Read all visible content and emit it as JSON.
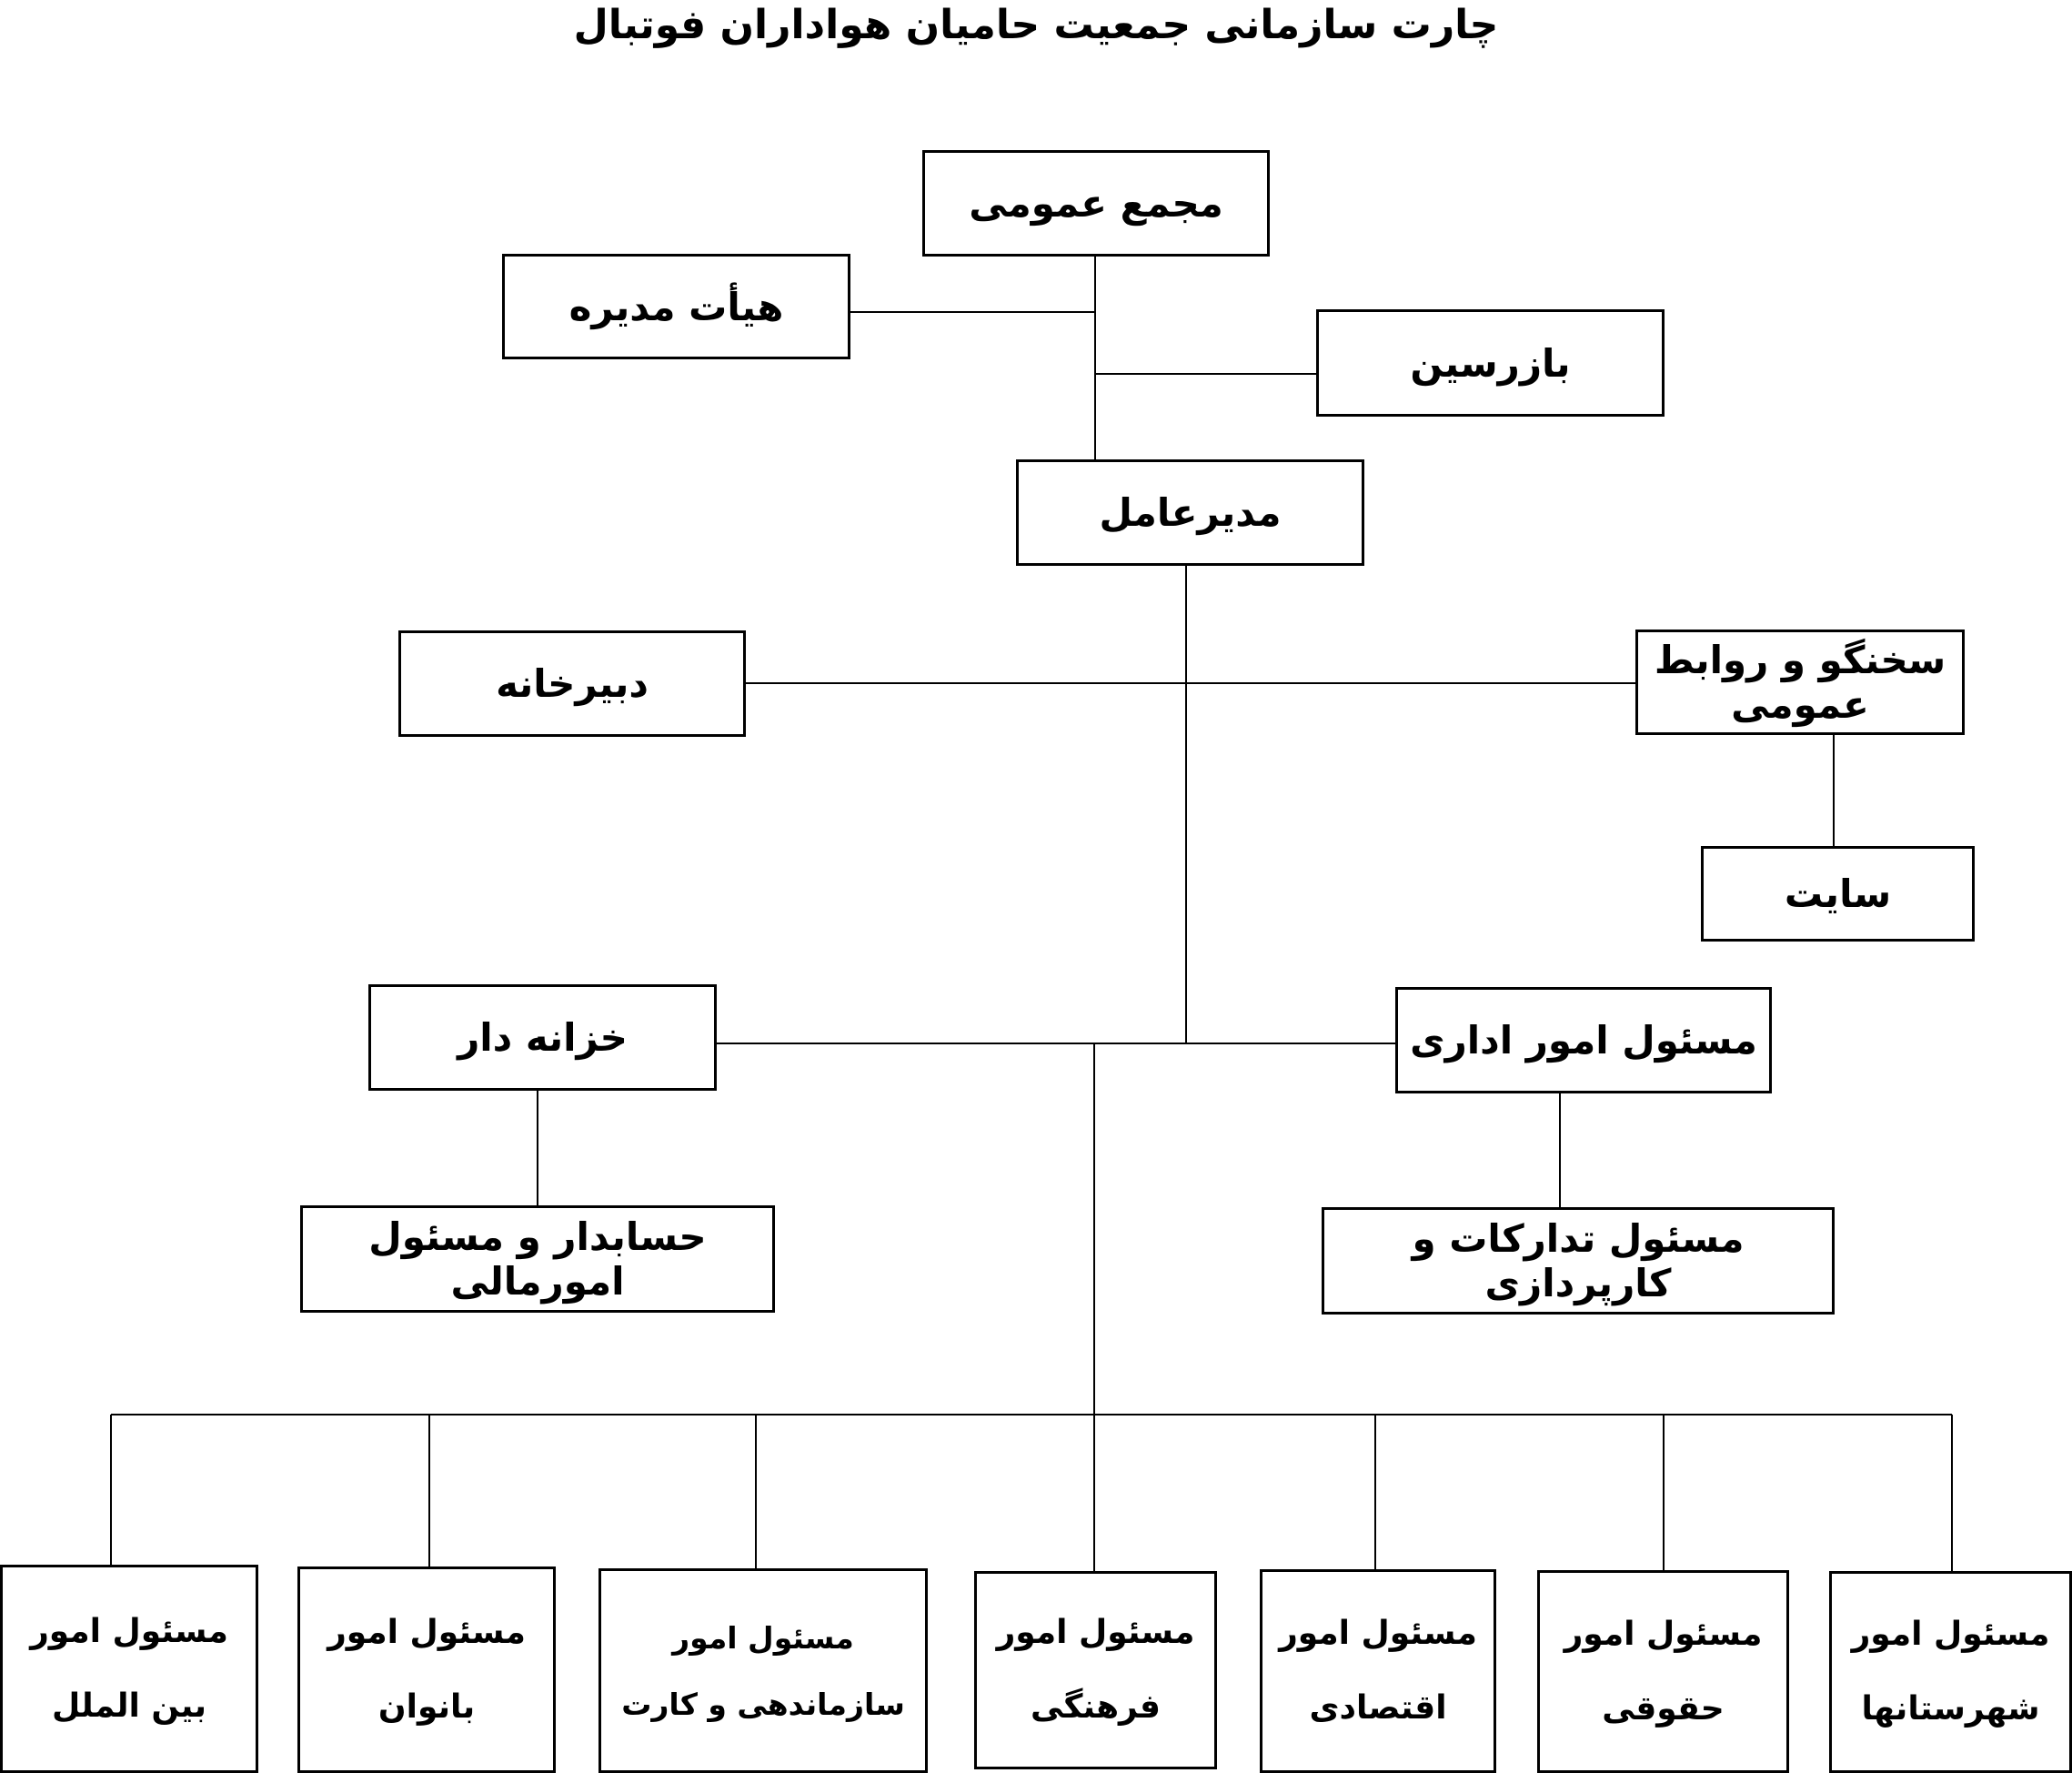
{
  "title": "چارت سازمانی جمعیت حامیان هواداران فوتبال",
  "nodes": {
    "general_assembly": "مجمع عمومی",
    "board": "هیأت مدیره",
    "inspector": "بازرسین",
    "ceo": "مدیرعامل",
    "secretariat": "دبیرخانه",
    "spokesperson": "سخنگو و روابط عمومی",
    "site": "سایت",
    "treasurer": "خزانه دار",
    "admin_affairs": "مسئول امور اداری",
    "accountant": "حسابدار و مسئول امورمالی",
    "procurement": "مسئول تدارکات و کارپردازی"
  },
  "bottom_nodes": [
    {
      "line1": "مسئول امور",
      "line2": "بین الملل"
    },
    {
      "line1": "مسئول امور",
      "line2": "بانوان"
    },
    {
      "line1": "مسئول امور",
      "line2": "سازماندهی و کارت"
    },
    {
      "line1": "مسئول امور",
      "line2": "فرهنگی"
    },
    {
      "line1": "مسئول امور",
      "line2": "اقتصادی"
    },
    {
      "line1": "مسئول امور",
      "line2": "حقوقی"
    },
    {
      "line1": "مسئول امور",
      "line2": "شهرستانها"
    }
  ]
}
